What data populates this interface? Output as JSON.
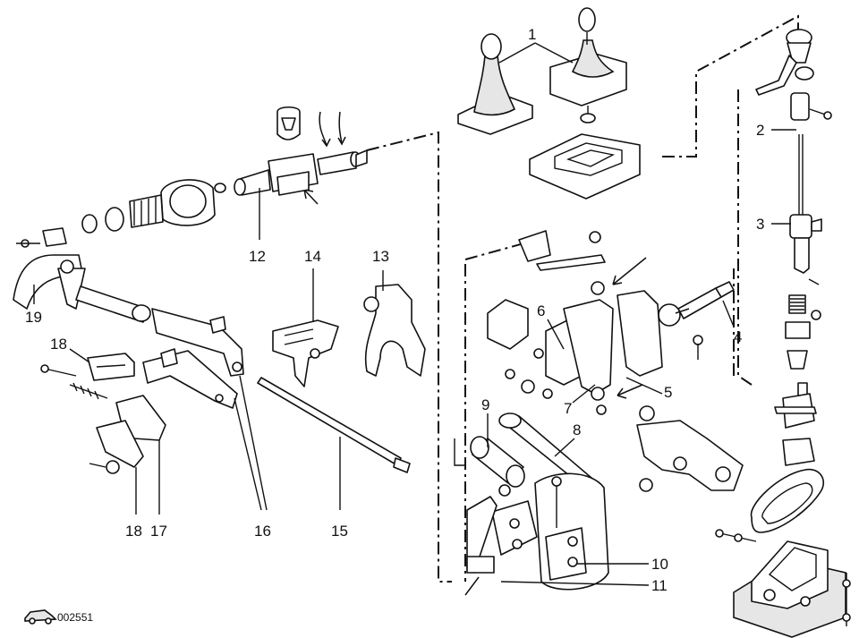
{
  "callouts": {
    "c1": "1",
    "c2": "2",
    "c3": "3",
    "c4": "4",
    "c5": "5",
    "c6": "6",
    "c7": "7",
    "c8": "8",
    "c9": "9",
    "c10": "10",
    "c11": "11",
    "c12": "12",
    "c13": "13",
    "c14": "14",
    "c15": "15",
    "c16": "16",
    "c17": "17",
    "c18a": "18",
    "c18b": "18",
    "c19": "19"
  },
  "figure_code": "002551",
  "colors": {
    "ink": "#111111",
    "paper": "#ffffff",
    "shade": "#e6e6e6"
  }
}
